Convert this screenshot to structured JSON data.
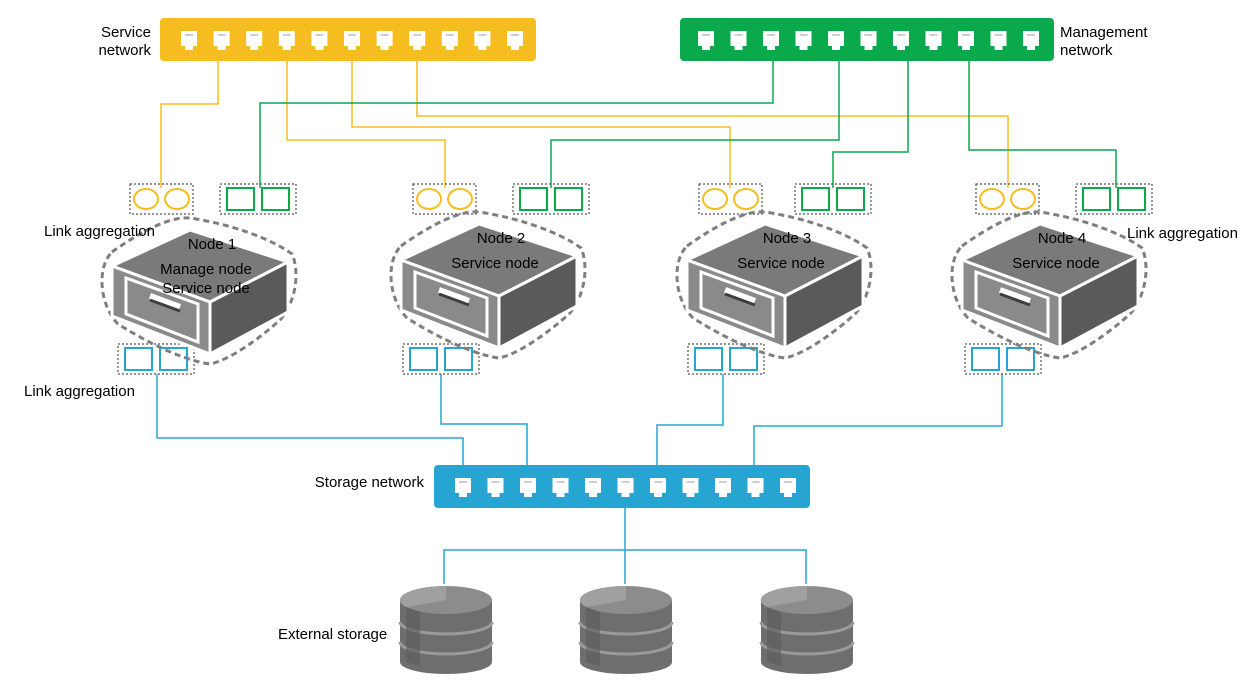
{
  "colors": {
    "service": "#f5bd1f",
    "management": "#0aa94b",
    "storage": "#26a5d3",
    "node_gray": "#747474",
    "node_dark": "#4b4b4b",
    "dashed": "#7f7f7f"
  },
  "switches": {
    "service": {
      "label_line1": "Service",
      "label_line2": "network",
      "ports": 11
    },
    "management": {
      "label_line1": "Management",
      "label_line2": "network",
      "ports": 11
    },
    "storage": {
      "label": "Storage network",
      "ports": 11
    }
  },
  "link_aggregation_label": "Link aggregation",
  "nodes": [
    {
      "title": "Node 1",
      "role_line1": "Manage node",
      "role_line2": "Service node"
    },
    {
      "title": "Node 2",
      "role_line1": "Service node",
      "role_line2": ""
    },
    {
      "title": "Node 3",
      "role_line1": "Service node",
      "role_line2": ""
    },
    {
      "title": "Node 4",
      "role_line1": "Service node",
      "role_line2": ""
    }
  ],
  "storage": {
    "label": "External  storage",
    "disk_count": 3
  }
}
